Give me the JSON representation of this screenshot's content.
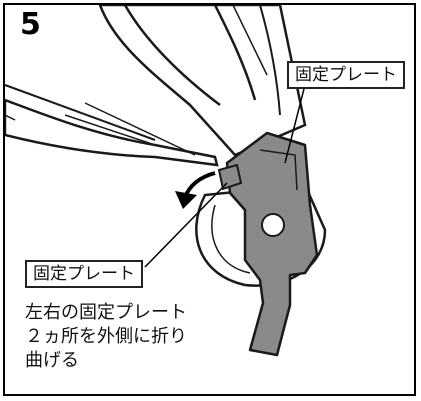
{
  "step": {
    "number": "5"
  },
  "callouts": {
    "top_label": "固定プレート",
    "bottom_label": "固定プレート"
  },
  "instructions": {
    "line1": "左右の固定プレート",
    "line2": "２ヵ所を外側に折り",
    "line3": "曲げる"
  },
  "colors": {
    "frame": "#000000",
    "plate": "#8a8a8a",
    "line_art": "#1a1a1a",
    "background": "#ffffff"
  }
}
